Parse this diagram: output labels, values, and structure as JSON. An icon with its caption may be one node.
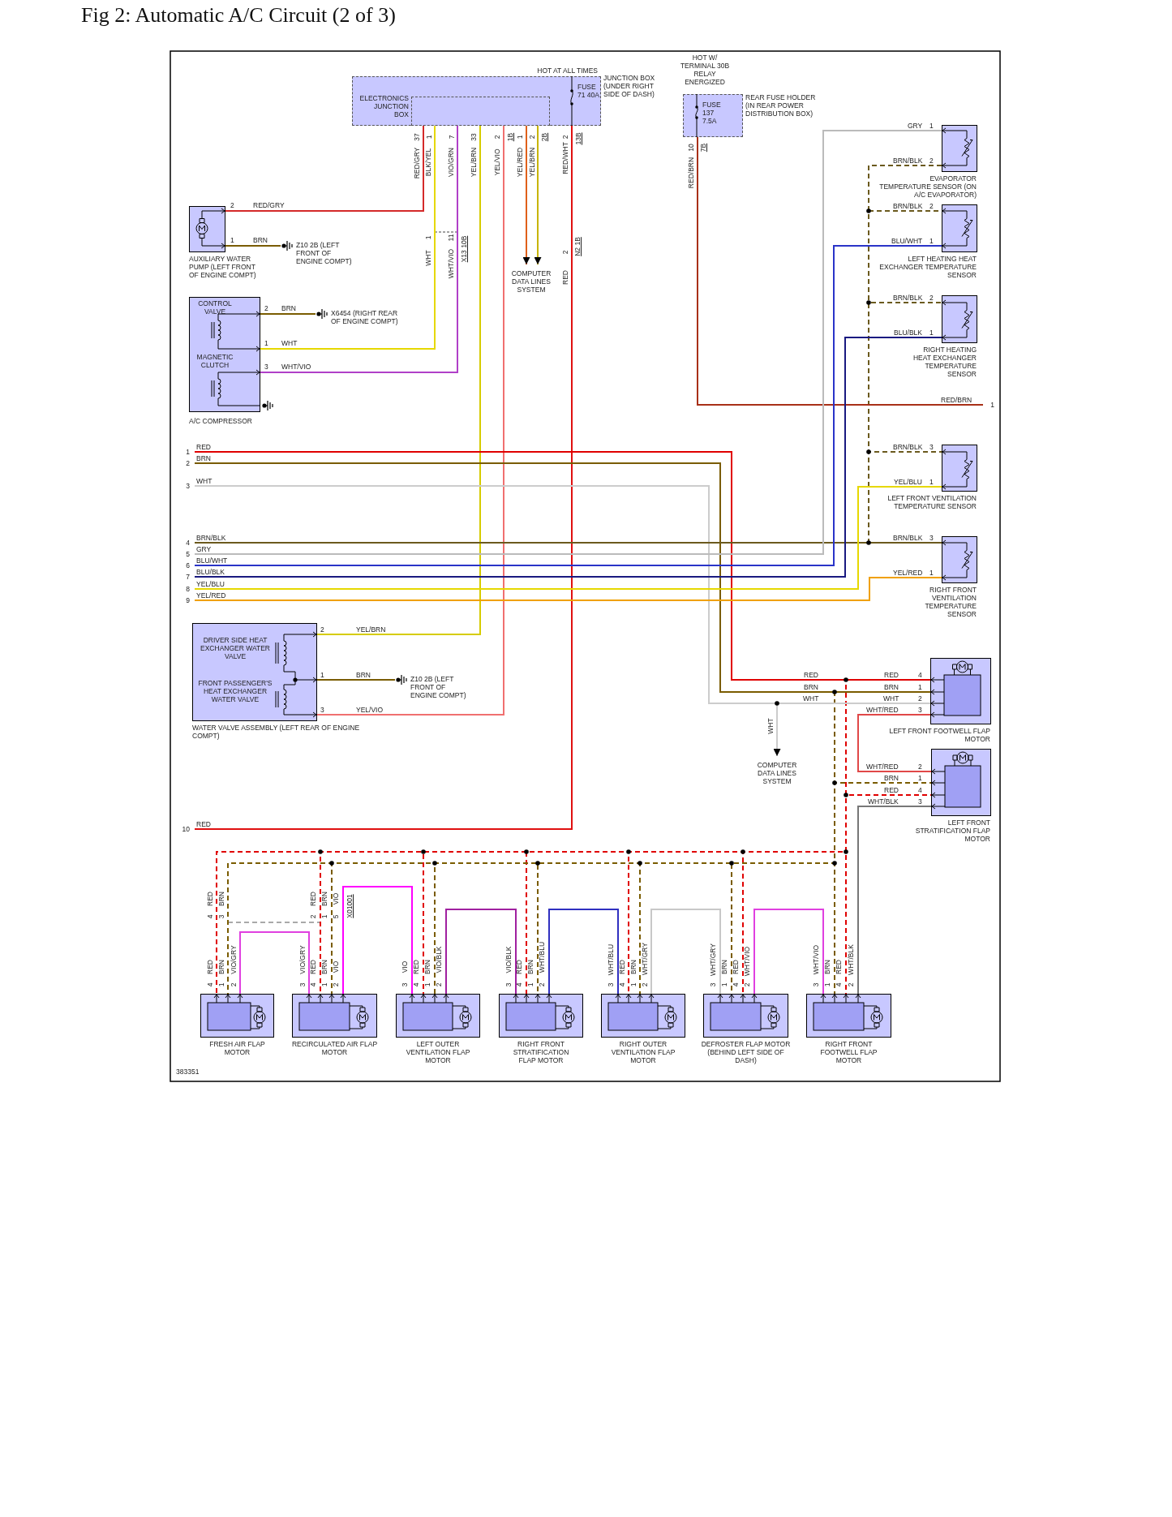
{
  "diagram": {
    "title": "Fig 2: Automatic A/C Circuit (2 of 3)",
    "nodes": [
      {
        "text": [
          "JUNCTION BOX (UNDER RIGHT SIDE OF DASH)"
        ]
      },
      {
        "text": [
          "ELECTRONICS JUNCTION BOX"
        ],
        "in": 0
      },
      {
        "text": [
          "FUSE 71 40A"
        ],
        "in": 0,
        "beside": [
          "HOT AT ALL TIMES"
        ]
      },
      {
        "text": [
          "REAR FUSE HOLDER (IN REAR POWER DISTRIBUTION BOX)"
        ]
      },
      {
        "text": [
          "FUSE 137 7.5A"
        ],
        "in": 3,
        "beside": [
          "HOT W/ TERMINAL 30B RELAY ENERGIZED"
        ]
      },
      {
        "text": [
          "AUXILIARY WATER PUMP (LEFT FRONT OF ENGINE COMPT)"
        ]
      },
      {
        "text": [
          "CONTROL VALVE",
          "MAGNETIC CLUTCH",
          "A/C COMPRESSOR"
        ]
      },
      {
        "text": [
          "Z10 2B (LEFT FRONT OF ENGINE COMPT)"
        ]
      },
      {
        "text": [
          "X6454 (RIGHT REAR OF ENGINE COMPT)"
        ]
      },
      {
        "text": [
          "COMPUTER DATA LINES SYSTEM"
        ]
      },
      {
        "text": [
          "EVAPORATOR TEMPERATURE SENSOR (ON A/C EVAPORATOR)"
        ]
      },
      {
        "text": [
          "LEFT HEATING HEAT EXCHANGER TEMPERATURE SENSOR"
        ]
      },
      {
        "text": [
          "RIGHT HEATING HEAT EXCHANGER TEMPERATURE SENSOR"
        ]
      },
      {
        "text": [
          "LEFT FRONT VENTILATION TEMPERATURE SENSOR"
        ]
      },
      {
        "text": [
          "RIGHT FRONT VENTILATION TEMPERATURE SENSOR"
        ]
      },
      {
        "text": [
          "DRIVER SIDE HEAT EXCHANGER WATER VALVE",
          "FRONT PASSENGER'S HEAT EXCHANGER WATER VALVE",
          "WATER VALVE ASSEMBLY (LEFT REAR OF ENGINE COMPT)"
        ]
      },
      {
        "text": [
          "Z10 2B (LEFT FRONT OF ENGINE COMPT)"
        ]
      },
      {
        "text": [
          "LEFT FRONT FOOTWELL FLAP MOTOR"
        ]
      },
      {
        "text": [
          "COMPUTER DATA LINES SYSTEM"
        ]
      },
      {
        "text": [
          "LEFT FRONT STRATIFICATION FLAP MOTOR"
        ]
      },
      {
        "text": [
          "FRESH AIR FLAP MOTOR"
        ]
      },
      {
        "text": [
          "RECIRCULATED AIR FLAP MOTOR"
        ]
      },
      {
        "text": [
          "LEFT OUTER VENTILATION FLAP MOTOR"
        ]
      },
      {
        "text": [
          "RIGHT FRONT STRATIFICATION FLAP MOTOR"
        ]
      },
      {
        "text": [
          "RIGHT OUTER VENTILATION FLAP MOTOR"
        ]
      },
      {
        "text": [
          "DEFROSTER FLAP MOTOR (BEHIND LEFT SIDE OF DASH)"
        ]
      },
      {
        "text": [
          "RIGHT FRONT FOOTWELL FLAP MOTOR"
        ]
      },
      {
        "text": [
          "1"
        ]
      },
      {
        "text": [
          "2"
        ]
      },
      {
        "text": [
          "3"
        ]
      },
      {
        "text": [
          "4"
        ]
      },
      {
        "text": [
          "5"
        ]
      },
      {
        "text": [
          "6"
        ]
      },
      {
        "text": [
          "7"
        ]
      },
      {
        "text": [
          "8"
        ]
      },
      {
        "text": [
          "9"
        ]
      },
      {
        "text": [
          "10"
        ]
      },
      {
        "text": [
          "1"
        ]
      }
    ],
    "edges": [
      {
        "from": 1,
        "to": 5,
        "arrow": "none",
        "label": "RED/GRY",
        "color": "#d42a2a"
      },
      {
        "from": 1,
        "to": 6,
        "arrow": "none",
        "label": "BLK/YEL",
        "color": "#e6d800"
      },
      {
        "from": 1,
        "to": 6,
        "arrow": "none",
        "label": "VIO/GRN",
        "color": "#b040c8"
      },
      {
        "from": 1,
        "to": 15,
        "arrow": "none",
        "label": "YEL/BRN",
        "color": "#d6cc00"
      },
      {
        "from": 1,
        "to": 15,
        "arrow": "none",
        "label": "YEL/VIO",
        "color": "#f07070"
      },
      {
        "from": 1,
        "to": 9,
        "arrow": "to",
        "label": "YEL/RED",
        "color": "#e0601a"
      },
      {
        "from": 1,
        "to": 9,
        "arrow": "to",
        "label": "YEL/BRN",
        "color": "#c8b400"
      },
      {
        "from": 2,
        "to": 36,
        "arrow": "none",
        "label": "RED/WHT",
        "color": "#e01010"
      },
      {
        "from": 4,
        "to": 37,
        "arrow": "none",
        "label": "RED/BRN",
        "color": "#a83018"
      },
      {
        "from": 5,
        "to": 7,
        "arrow": "none",
        "label": "BRN",
        "color": "#7a5c00"
      },
      {
        "from": 6,
        "to": 8,
        "arrow": "none",
        "label": "BRN",
        "color": "#7a5c00"
      },
      {
        "from": 15,
        "to": 16,
        "arrow": "none",
        "label": "BRN",
        "color": "#7a5c00"
      },
      {
        "from": 27,
        "to": 17,
        "arrow": "none",
        "label": "RED",
        "color": "#e00000"
      },
      {
        "from": 27,
        "to": 19,
        "arrow": "none",
        "style": "dashed",
        "color": "#e00000"
      },
      {
        "from": 27,
        "to": 20,
        "arrow": "none",
        "style": "dashed",
        "color": "#e00000"
      },
      {
        "from": 27,
        "to": 21,
        "arrow": "none",
        "style": "dashed",
        "color": "#e00000"
      },
      {
        "from": 27,
        "to": 22,
        "arrow": "none",
        "style": "dashed",
        "color": "#e00000"
      },
      {
        "from": 27,
        "to": 23,
        "arrow": "none",
        "style": "dashed",
        "color": "#e00000"
      },
      {
        "from": 27,
        "to": 24,
        "arrow": "none",
        "style": "dashed",
        "color": "#e00000"
      },
      {
        "from": 27,
        "to": 25,
        "arrow": "none",
        "style": "dashed",
        "color": "#e00000"
      },
      {
        "from": 27,
        "to": 26,
        "arrow": "none",
        "style": "dashed",
        "color": "#e00000"
      },
      {
        "from": 28,
        "to": 17,
        "arrow": "none",
        "label": "BRN",
        "color": "#7a5c00"
      },
      {
        "from": 28,
        "to": 19,
        "arrow": "none",
        "style": "dashed",
        "color": "#7a5c00"
      },
      {
        "from": 28,
        "to": 20,
        "arrow": "none",
        "style": "dashed",
        "color": "#7a5c00"
      },
      {
        "from": 28,
        "to": 21,
        "arrow": "none",
        "style": "dashed",
        "color": "#7a5c00"
      },
      {
        "from": 28,
        "to": 22,
        "arrow": "none",
        "style": "dashed",
        "color": "#7a5c00"
      },
      {
        "from": 28,
        "to": 23,
        "arrow": "none",
        "style": "dashed",
        "color": "#7a5c00"
      },
      {
        "from": 28,
        "to": 24,
        "arrow": "none",
        "style": "dashed",
        "color": "#7a5c00"
      },
      {
        "from": 28,
        "to": 25,
        "arrow": "none",
        "style": "dashed",
        "color": "#7a5c00"
      },
      {
        "from": 28,
        "to": 26,
        "arrow": "none",
        "style": "dashed",
        "color": "#7a5c00"
      },
      {
        "from": 29,
        "to": 17,
        "arrow": "none",
        "label": "WHT",
        "color": "#cccccc"
      },
      {
        "from": 29,
        "to": 18,
        "arrow": "to",
        "label": "WHT",
        "color": "#cccccc"
      },
      {
        "from": 30,
        "to": 10,
        "arrow": "none",
        "label": "BRN/BLK",
        "style": "dashed",
        "color": "#6b5a1e"
      },
      {
        "from": 30,
        "to": 11,
        "arrow": "none",
        "label": "BRN/BLK",
        "style": "dashed",
        "color": "#6b5a1e"
      },
      {
        "from": 30,
        "to": 12,
        "arrow": "none",
        "label": "BRN/BLK",
        "style": "dashed",
        "color": "#6b5a1e"
      },
      {
        "from": 30,
        "to": 13,
        "arrow": "none",
        "label": "BRN/BLK",
        "style": "dashed",
        "color": "#6b5a1e"
      },
      {
        "from": 30,
        "to": 14,
        "arrow": "none",
        "label": "BRN/BLK",
        "color": "#6b5a1e"
      },
      {
        "from": 31,
        "to": 10,
        "arrow": "none",
        "label": "GRY",
        "color": "#bbbbbb"
      },
      {
        "from": 32,
        "to": 11,
        "arrow": "none",
        "label": "BLU/WHT",
        "color": "#2a34c8"
      },
      {
        "from": 33,
        "to": 12,
        "arrow": "none",
        "label": "BLU/BLK",
        "color": "#1a1a80"
      },
      {
        "from": 34,
        "to": 13,
        "arrow": "none",
        "label": "YEL/BLU",
        "color": "#e6d800"
      },
      {
        "from": 35,
        "to": 14,
        "arrow": "none",
        "label": "YEL/RED",
        "color": "#f0a000"
      },
      {
        "from": 17,
        "to": 19,
        "arrow": "none",
        "label": "WHT/RED",
        "color": "#e04848"
      },
      {
        "from": 19,
        "to": 26,
        "arrow": "none",
        "label": "WHT/BLK",
        "color": "#777777"
      },
      {
        "from": 20,
        "to": 21,
        "arrow": "none",
        "label": "VIO/GRY",
        "color": "#e040e0"
      },
      {
        "from": 21,
        "to": 22,
        "arrow": "none",
        "label": "VIO",
        "color": "#ff00ff"
      },
      {
        "from": 22,
        "to": 23,
        "arrow": "none",
        "label": "VIO/BLK",
        "color": "#a020a0"
      },
      {
        "from": 23,
        "to": 24,
        "arrow": "none",
        "label": "WHT/BLU",
        "color": "#3030c0"
      },
      {
        "from": 24,
        "to": 25,
        "arrow": "none",
        "label": "WHT/GRY",
        "color": "#c8c8c8"
      },
      {
        "from": 25,
        "to": 26,
        "arrow": "none",
        "label": "WHT/VIO",
        "color": "#e040e0"
      }
    ],
    "labels": [
      "37",
      "1",
      "7",
      "33",
      "2",
      "1B",
      "1",
      "2",
      "2B",
      "2",
      "13B",
      "10",
      "7B",
      "2",
      "RED/GRY",
      "1",
      "2",
      "1",
      "WHT",
      "3",
      "WHT/VIO",
      "1",
      "11",
      "X13 10B",
      "WHT",
      "WHT/VIO",
      "2",
      "N2 1B",
      "RED",
      "GRY",
      "1",
      "2",
      "2",
      "BLU/WHT",
      "1",
      "2",
      "BLU/BLK",
      "1",
      "RED/BRN",
      "3",
      "YEL/BLU",
      "1",
      "BRN/BLK",
      "3",
      "YEL/RED",
      "1",
      "2",
      "YEL/BRN",
      "1",
      "3",
      "YEL/VIO",
      "RED",
      "RED",
      "4",
      "BRN",
      "BRN",
      "1",
      "WHT",
      "WHT",
      "2",
      "3",
      "WHT/RED",
      "2",
      "BRN",
      "1",
      "RED",
      "4",
      "3",
      "RED",
      "RED",
      "BRN",
      "4",
      "3",
      "RED",
      "BRN",
      "4",
      "1",
      "2",
      "RED",
      "BRN",
      "VIO",
      "X01001",
      "2",
      "1",
      "5",
      "VIO/GRY",
      "RED",
      "BRN",
      "3",
      "4",
      "1",
      "2",
      "VIO",
      "RED",
      "BRN",
      "3",
      "4",
      "1",
      "2",
      "VIO/BLK",
      "RED",
      "BRN",
      "3",
      "4",
      "1",
      "2",
      "WHT/BLU",
      "RED",
      "BRN",
      "3",
      "4",
      "1",
      "2",
      "WHT/GRY",
      "BRN",
      "RED",
      "3",
      "1",
      "4",
      "2",
      "WHT/VIO",
      "BRN",
      "RED",
      "WHT/BLK",
      "3",
      "1",
      "4",
      "2",
      "383351"
    ]
  }
}
